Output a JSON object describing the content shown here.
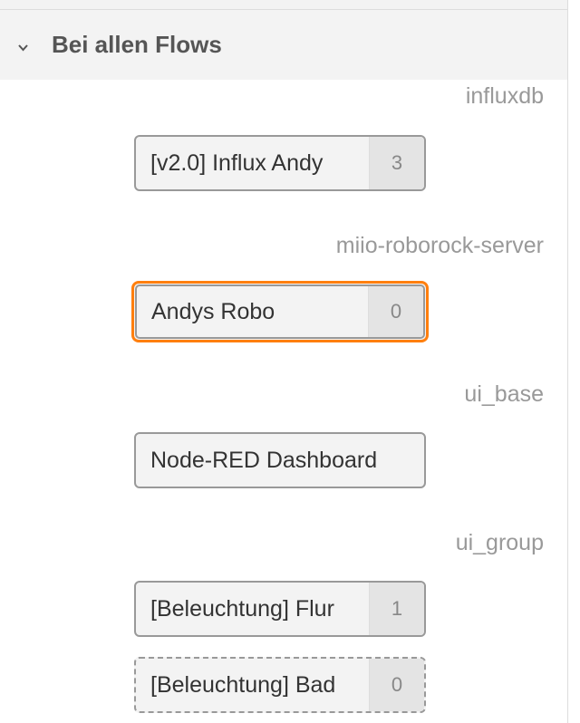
{
  "section": {
    "title": "Bei allen Flows"
  },
  "groups": [
    {
      "type": "influxdb",
      "nodes": [
        {
          "label": "[v2.0] Influx Andy",
          "count": "3"
        }
      ]
    },
    {
      "type": "miio-roborock-server",
      "nodes": [
        {
          "label": "Andys Robo",
          "count": "0"
        }
      ]
    },
    {
      "type": "ui_base",
      "nodes": [
        {
          "label": "Node-RED Dashboard"
        }
      ]
    },
    {
      "type": "ui_group",
      "nodes": [
        {
          "label": "[Beleuchtung] Flur",
          "count": "1"
        },
        {
          "label": "[Beleuchtung] Bad",
          "count": "0"
        }
      ]
    }
  ],
  "colors": {
    "selected_border": "#ff7f0e",
    "node_fill": "#f3f3f3",
    "type_label": "#999999"
  }
}
